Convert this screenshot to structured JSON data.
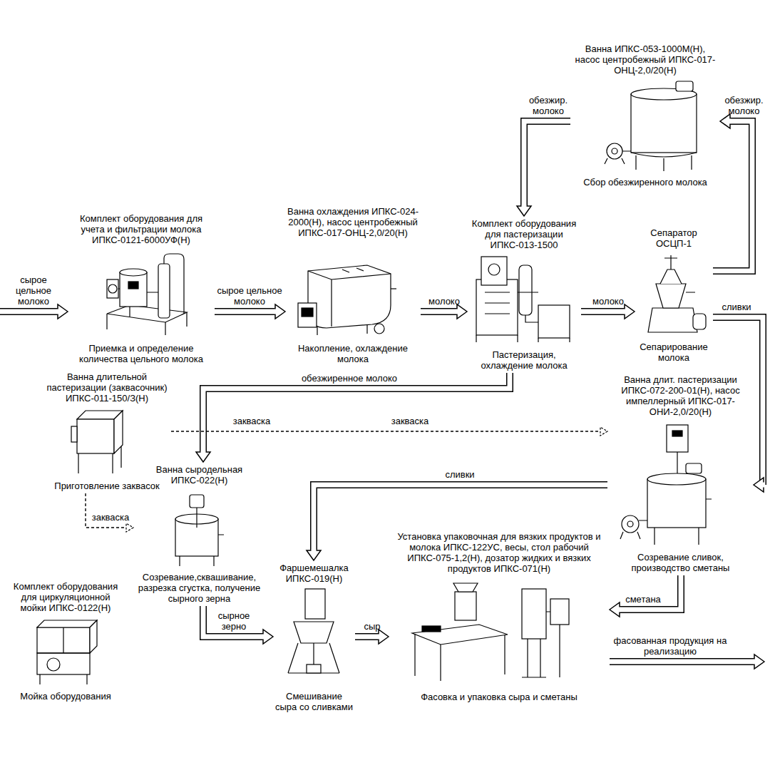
{
  "diagram": {
    "nodes": [
      {
        "text": [
          "Комплект оборудования для учета и фильтрации молока ИПКС-0121-6000УФ(Н)",
          "Приемка и определение количества цельного молока"
        ]
      },
      {
        "text": [
          "Ванна охлаждения ИПКС-024-2000(Н), насос центробежный ИПКС-017-ОНЦ-2,0/20(Н)",
          "Накопление, охлаждение молока"
        ]
      },
      {
        "text": [
          "Комплект оборудования для пастеризации ИПКС-013-1500",
          "Пастеризация, охлаждение молока"
        ]
      },
      {
        "text": [
          "Сепаратор ОСЦП-1",
          "Сепарирование молока"
        ]
      },
      {
        "text": [
          "Ванна ИПКС-053-1000М(Н), насос центробежный ИПКС-017-ОНЦ-2,0/20(Н)",
          "Сбор обезжиренного молока"
        ]
      },
      {
        "text": [
          "Ванна длительной пастеризации (заквасочник) ИПКС-011-150/З(Н)",
          "Приготовление заквасок"
        ]
      },
      {
        "text": [
          "Ванна длит. пастеризации ИПКС-072-200-01(Н), насос импеллерный ИПКС-017-ОНИ-2,0/20(Н)",
          "Созревание сливок, производство сметаны"
        ]
      },
      {
        "text": [
          "Ванна сыродельная ИПКС-022(Н)",
          "Созревание,сквашивание, разрезка сгустка, получение сырного зерна"
        ]
      },
      {
        "text": [
          "Комплект оборудования для циркуляционной мойки ИПКС-0122(Н)",
          "Мойка оборудования"
        ]
      },
      {
        "text": [
          "Фаршемешалка ИПКС-019(Н)",
          "Смешивание сыра со сливками"
        ]
      },
      {
        "text": [
          "Установка упаковочная для вязких продуктов и молока ИПКС-122УС, весы, стол рабочий ИПКС-075-1,2(Н), дозатор жидких и вязких продуктов ИПКС-071(Н)",
          "Фасовка и упаковка сыра и сметаны"
        ]
      }
    ],
    "edges": [
      {
        "from": 0,
        "to": 1,
        "label": "сырое цельное молоко",
        "arrow": "to"
      },
      {
        "from": 1,
        "to": 2,
        "label": "молоко",
        "arrow": "to"
      },
      {
        "from": 2,
        "to": 3,
        "label": "молоко",
        "arrow": "to"
      },
      {
        "from": 3,
        "to": 4,
        "label": "обезжир. молоко",
        "arrow": "to"
      },
      {
        "from": 4,
        "to": 2,
        "label": "обезжир. молоко",
        "arrow": "to"
      },
      {
        "from": 3,
        "to": 6,
        "label": "сливки",
        "arrow": "to"
      },
      {
        "from": 2,
        "to": 7,
        "label": "обезжиренное молоко",
        "arrow": "to"
      },
      {
        "from": 5,
        "to": 6,
        "label": "закваска",
        "arrow": "to"
      },
      {
        "from": 5,
        "to": 7,
        "label": "закваска",
        "arrow": "to"
      },
      {
        "from": 6,
        "to": 9,
        "label": "сливки",
        "arrow": "to"
      },
      {
        "from": 7,
        "to": 9,
        "label": "сырное зерно",
        "arrow": "to"
      },
      {
        "from": 9,
        "to": 10,
        "label": "сыр",
        "arrow": "to"
      },
      {
        "from": 6,
        "to": 10,
        "label": "сметана",
        "arrow": "to"
      }
    ],
    "labels": [
      "сырое цельное молоко",
      "закваска",
      "фасованная продукция на реализацию"
    ]
  }
}
